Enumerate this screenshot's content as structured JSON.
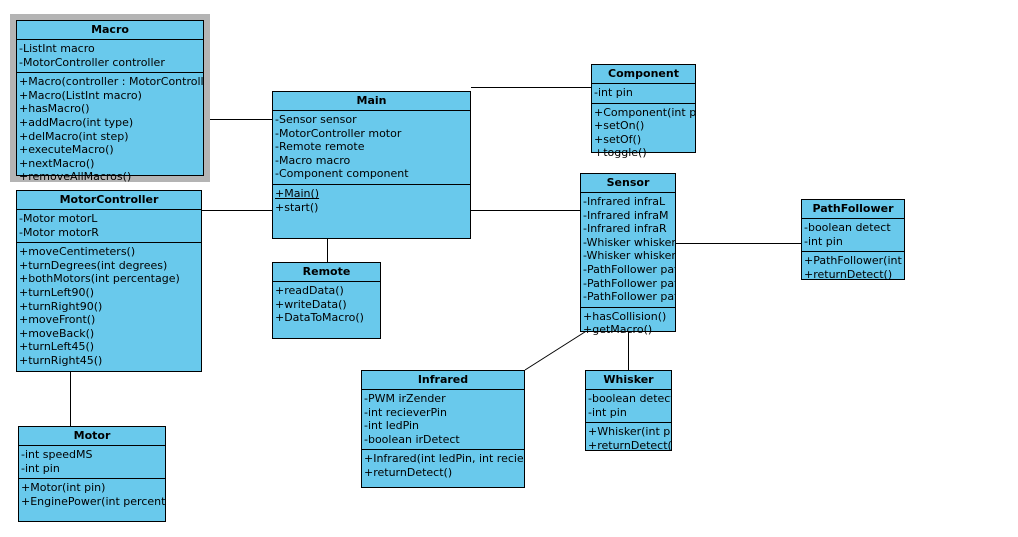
{
  "diagram": {
    "kind": "uml-class-diagram",
    "background_color": "#ffffff",
    "class_fill_color": "#69c9ec",
    "class_border_color": "#000000",
    "selection_border_color": "#b4b4b4"
  },
  "classes": {
    "macro": {
      "name": "Macro",
      "attributes": [
        "-ListInt macro",
        "-MotorController controller"
      ],
      "methods": [
        "+Macro(controller : MotorController)",
        "+Macro(ListInt macro)",
        "+hasMacro()",
        "+addMacro(int type)",
        "+delMacro(int step)",
        "+executeMacro()",
        "+nextMacro()",
        "+removeAllMacros()"
      ]
    },
    "motorcontroller": {
      "name": "MotorController",
      "attributes": [
        "-Motor motorL",
        "-Motor motorR"
      ],
      "methods": [
        "+moveCentimeters()",
        "+turnDegrees(int degrees)",
        "+bothMotors(int percentage)",
        "+turnLeft90()",
        "+turnRight90()",
        "+moveFront()",
        "+moveBack()",
        "+turnLeft45()",
        "+turnRight45()"
      ]
    },
    "motor": {
      "name": "Motor",
      "attributes": [
        "-int speedMS",
        "-int pin"
      ],
      "methods": [
        "+Motor(int pin)",
        "+EnginePower(int percentage)"
      ]
    },
    "main": {
      "name": "Main",
      "attributes": [
        "-Sensor sensor",
        "-MotorController motor",
        "-Remote remote",
        "-Macro macro",
        "-Component component"
      ],
      "methods": [
        "+Main()",
        "+start()"
      ],
      "static_methods": [
        "+Main()"
      ]
    },
    "remote": {
      "name": "Remote",
      "attributes": [],
      "methods": [
        "+readData()",
        "+writeData()",
        "+DataToMacro()"
      ]
    },
    "component": {
      "name": "Component",
      "attributes": [
        "-int pin"
      ],
      "methods": [
        "+Component(int pin)",
        "+setOn()",
        "+setOf()",
        "+toggle()"
      ]
    },
    "sensor": {
      "name": "Sensor",
      "attributes": [
        "-Infrared infraL",
        "-Infrared infraM",
        "-Infrared infraR",
        "-Whisker whiskerL",
        "-Whisker whiskerR",
        "-PathFollower pathL",
        "-PathFollower pathM",
        "-PathFollower pathR"
      ],
      "methods": [
        "+hasCollision()",
        "+getMacro()"
      ]
    },
    "pathfollower": {
      "name": "PathFollower",
      "attributes": [
        "-boolean detect",
        "-int pin"
      ],
      "methods": [
        "+PathFollower(int pin)",
        "+returnDetect()"
      ]
    },
    "infrared": {
      "name": "Infrared",
      "attributes": [
        "-PWM irZender",
        "-int recieverPin",
        "-int ledPin",
        "-boolean irDetect"
      ],
      "methods": [
        "+Infrared(int ledPin, int recieverPin)",
        "+returnDetect()"
      ]
    },
    "whisker": {
      "name": "Whisker",
      "attributes": [
        "-boolean detect",
        "-int pin"
      ],
      "methods": [
        "+Whisker(int pin)",
        "+returnDetect()"
      ]
    }
  },
  "associations": [
    {
      "from": "macro",
      "to": "main"
    },
    {
      "from": "motorcontroller",
      "to": "main"
    },
    {
      "from": "motorcontroller",
      "to": "motor"
    },
    {
      "from": "main",
      "to": "component"
    },
    {
      "from": "main",
      "to": "sensor"
    },
    {
      "from": "main",
      "to": "remote"
    },
    {
      "from": "sensor",
      "to": "pathfollower"
    },
    {
      "from": "sensor",
      "to": "whisker"
    },
    {
      "from": "sensor",
      "to": "infrared"
    }
  ]
}
